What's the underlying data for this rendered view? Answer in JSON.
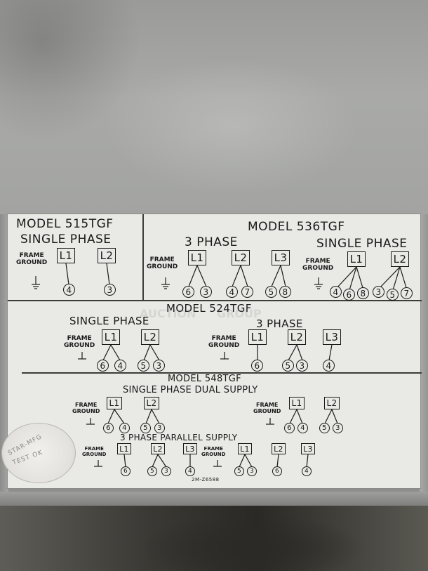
{
  "label": {
    "model_515": {
      "title": "MODEL 515TGF",
      "subtitle": "SINGLE PHASE",
      "frame_ground": "FRAME\nGROUND",
      "terminals": [
        "L1",
        "L2"
      ],
      "wires": [
        "4",
        "3"
      ]
    },
    "model_536": {
      "title": "MODEL 536TGF",
      "three_phase": {
        "subtitle": "3 PHASE",
        "frame_ground": "FRAME\nGROUND",
        "terminals": [
          "L1",
          "L2",
          "L3"
        ],
        "wires": [
          [
            "6",
            "3"
          ],
          [
            "4",
            "7"
          ],
          [
            "5",
            "8"
          ]
        ]
      },
      "single_phase": {
        "subtitle": "SINGLE PHASE",
        "frame_ground": "FRAME\nGROUND",
        "terminals": [
          "L1",
          "L2"
        ],
        "wires": [
          [
            "4",
            "6",
            "8"
          ],
          [
            "3",
            "5",
            "7"
          ]
        ]
      }
    },
    "model_524": {
      "title": "MODEL 524TGF",
      "single_phase": {
        "subtitle": "SINGLE PHASE",
        "frame_ground": "FRAME\nGROUND",
        "terminals": [
          "L1",
          "L2"
        ],
        "wires": [
          [
            "6",
            "4"
          ],
          [
            "5",
            "3"
          ]
        ]
      },
      "three_phase": {
        "subtitle": "3 PHASE",
        "frame_ground": "FRAME\nGROUND",
        "terminals": [
          "L1",
          "L2",
          "L3"
        ],
        "wires": [
          [
            "6"
          ],
          [
            "5",
            "3"
          ],
          [
            "4"
          ]
        ]
      }
    },
    "model_548": {
      "title": "MODEL 548TGF",
      "dual": {
        "subtitle": "SINGLE PHASE DUAL SUPPLY",
        "frame_ground": "FRAME\nGROUND",
        "terminals": [
          "L1",
          "L2"
        ],
        "wires": [
          [
            "6",
            "4"
          ],
          [
            "5",
            "3"
          ]
        ]
      },
      "parallel": {
        "subtitle": "3 PHASE PARALLEL SUPPLY",
        "frame_ground": "FRAME\nGROUND",
        "terminals": [
          "L1",
          "L2",
          "L3"
        ],
        "wires": [
          [
            "6"
          ],
          [
            "5",
            "3"
          ],
          [
            "4"
          ]
        ]
      }
    },
    "part_number": "2M-Z6588"
  },
  "sticker": {
    "line1": "STAR-MFG",
    "line2": "TEST OK"
  },
  "watermark": {
    "line1": "AUCTION",
    "line2": "GROUP"
  }
}
